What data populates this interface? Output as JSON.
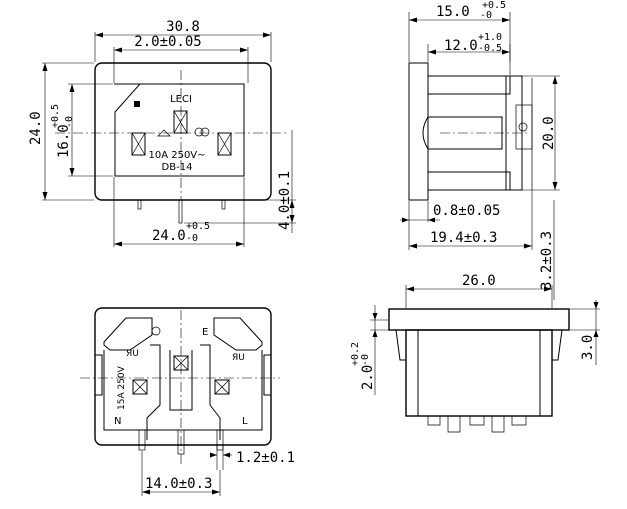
{
  "front_view": {
    "width_total": "30.8",
    "offset_top": "2.0±0.05",
    "height_total": "24.0",
    "height_inner": "16.0",
    "height_inner_tol_upper": "+0.5",
    "height_inner_tol_lower": "-0",
    "pin_length": "4.0±0.1",
    "bottom_width": "24.0",
    "bottom_width_tol_upper": "+0.5",
    "bottom_width_tol_lower": "-0",
    "marking_brand": "LECI",
    "marking_rating": "10A 250V~",
    "marking_model": "DB-14"
  },
  "side_view": {
    "depth_top": "15.0",
    "depth_top_tol_upper": "+0.5",
    "depth_top_tol_lower": "-0",
    "depth_inner": "12.0",
    "depth_inner_tol_upper": "+1.0",
    "depth_inner_tol_lower": "-0.5",
    "height": "20.0",
    "flange_thickness": "0.8±0.05",
    "total_depth": "19.4±0.3",
    "offset_right": "3.2±0.3"
  },
  "rear_view": {
    "ground_label": "E",
    "neutral_label": "N",
    "live_label": "L",
    "rating": "15A 250V",
    "pin_width": "1.2±0.1",
    "pin_pitch": "14.0±0.3"
  },
  "top_view": {
    "width": "26.0",
    "flange_height": "3.0",
    "gap": "2.0",
    "gap_tol_upper": "+0.2",
    "gap_tol_lower": "-0"
  }
}
